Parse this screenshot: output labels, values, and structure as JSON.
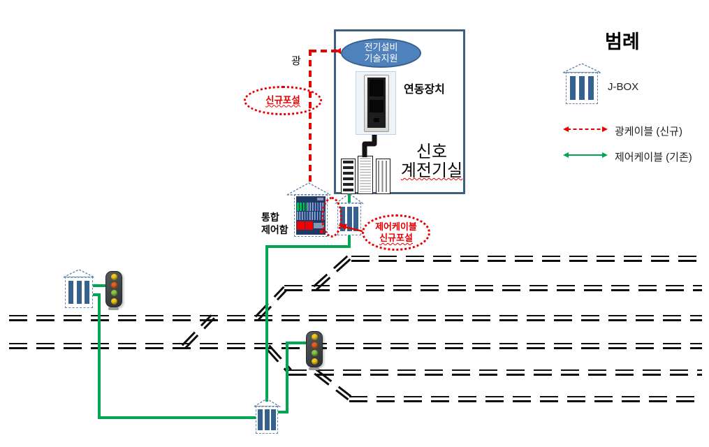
{
  "colors": {
    "optical_cable_red": "#e80000",
    "control_cable_green": "#00a651",
    "room_box_border": "#3f5e82",
    "callout_ellipse_fill": "#4f81bd",
    "jbox_bar_blue": "#35618e",
    "control_panel_navy": "#1f3864",
    "track_black": "#0d0d0d"
  },
  "relay_room": {
    "tech_support": {
      "line1": "전기설비",
      "line2": "기술지원"
    },
    "interlocking_label": "연동장치",
    "room_label": {
      "line1": "신호",
      "line2": "계전기실"
    }
  },
  "annotations": {
    "optical_short_label": "광",
    "new_install": "신규포설",
    "control_box_label": {
      "line1": "통합",
      "line2": "제어함"
    },
    "control_cable_callout": {
      "line1": "제어케이블",
      "line2": "신규포설"
    }
  },
  "legend": {
    "title": "범례",
    "jbox_label": "J-BOX",
    "optical_cable": "광케이블 (신규)",
    "control_cable": "제어케이블 (기존)"
  }
}
